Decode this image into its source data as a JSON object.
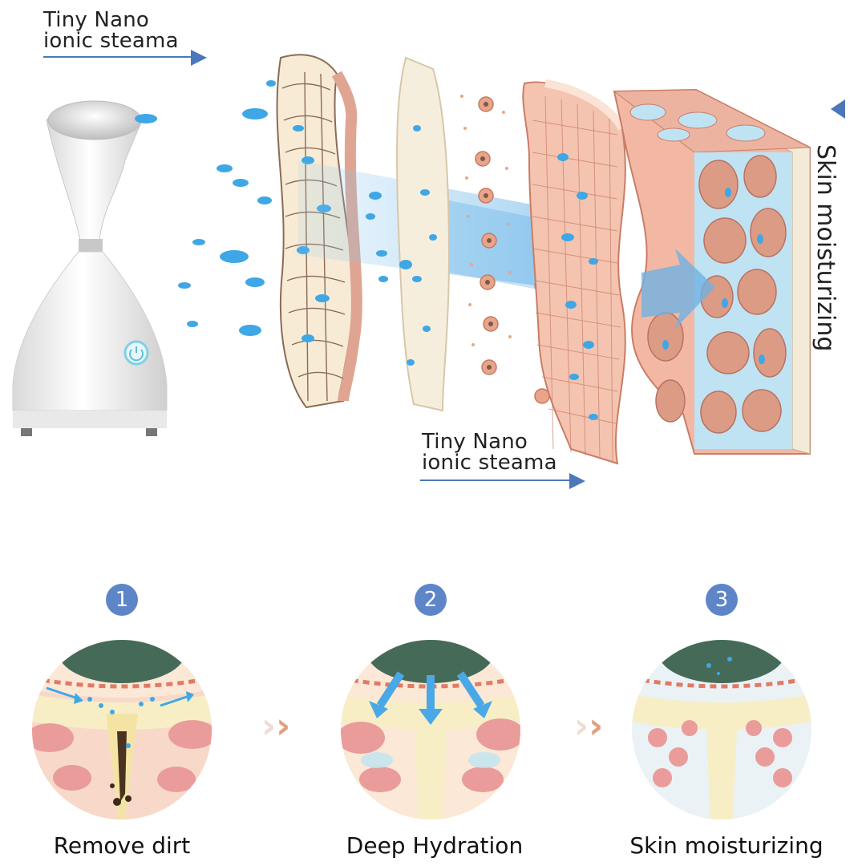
{
  "top": {
    "label_top": [
      "Tiny Nano",
      "ionic steama"
    ],
    "label_bottom": [
      "Tiny Nano",
      "ionic steama"
    ],
    "vertical_label": "Skin moisturizing"
  },
  "steps": [
    {
      "number": "1",
      "caption": "Remove dirt"
    },
    {
      "number": "2",
      "caption": "Deep Hydration"
    },
    {
      "number": "3",
      "caption": "Skin moisturizing"
    }
  ],
  "colors": {
    "accent_blue": "#5d85c8",
    "arrow_blue": "#4a78b8",
    "water_blue": "#3fa7e6",
    "skin_pink": "#f1b4a0",
    "tissue_pink": "#e39a86",
    "chevron": "#e0a080"
  },
  "icons": [
    "power-button-icon",
    "chevron-right-icon"
  ]
}
